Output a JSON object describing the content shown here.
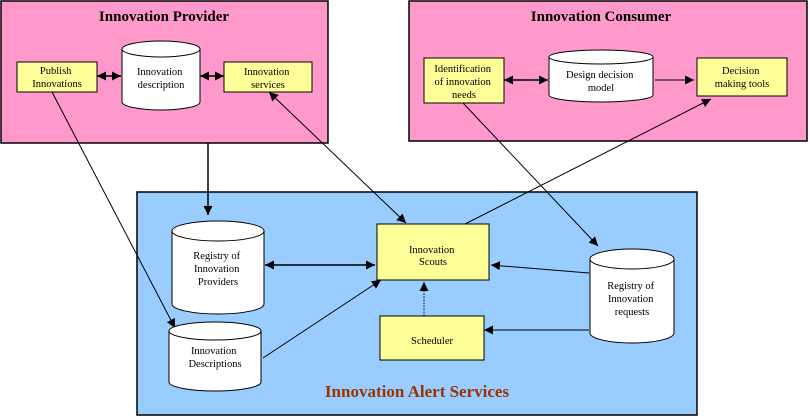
{
  "colors": {
    "region_pink": "#ff99cc",
    "region_blue": "#99ccff",
    "process_box": "#ffff99",
    "datastore": "#ffffff",
    "alert_title": "#993300",
    "stroke": "#000000"
  },
  "regions": {
    "provider": {
      "title": "Innovation Provider"
    },
    "consumer": {
      "title": "Innovation Consumer"
    },
    "alert": {
      "title": "Innovation Alert Services"
    }
  },
  "nodes": {
    "publish_innovations": {
      "kind": "process",
      "lines": [
        "Publish",
        "Innovations"
      ]
    },
    "innovation_description": {
      "kind": "datastore",
      "lines": [
        "Innovation",
        "description"
      ]
    },
    "innovation_services": {
      "kind": "process",
      "lines": [
        "Innovation",
        "services"
      ]
    },
    "identification_needs": {
      "kind": "process",
      "lines": [
        "Identification",
        "of innovation",
        "needs"
      ]
    },
    "design_decision_model": {
      "kind": "datastore",
      "lines": [
        "Design decision",
        "model"
      ]
    },
    "decision_making_tools": {
      "kind": "process",
      "lines": [
        "Decision",
        "making tools"
      ]
    },
    "registry_providers": {
      "kind": "datastore",
      "lines": [
        "Registry of",
        "Innovation",
        "Providers"
      ]
    },
    "innovation_descriptions": {
      "kind": "datastore",
      "lines": [
        "Innovation",
        "Descriptions"
      ]
    },
    "innovation_scouts": {
      "kind": "process",
      "lines": [
        "Innovation",
        "Scouts"
      ]
    },
    "scheduler": {
      "kind": "process",
      "lines": [
        "Scheduler"
      ]
    },
    "registry_requests": {
      "kind": "datastore",
      "lines": [
        "Registry of",
        "Innovation",
        "requests"
      ]
    }
  },
  "edges": [
    {
      "from": "publish_innovations",
      "to": "innovation_description",
      "direction": "both",
      "style": "solid"
    },
    {
      "from": "innovation_description",
      "to": "innovation_services",
      "direction": "both",
      "style": "solid"
    },
    {
      "from": "identification_needs",
      "to": "design_decision_model",
      "direction": "both",
      "style": "solid"
    },
    {
      "from": "design_decision_model",
      "to": "decision_making_tools",
      "direction": "forward",
      "style": "solid"
    },
    {
      "from": "provider_region",
      "to": "registry_providers",
      "direction": "forward",
      "style": "solid"
    },
    {
      "from": "publish_innovations",
      "to": "innovation_descriptions",
      "direction": "forward",
      "style": "solid"
    },
    {
      "from": "innovation_services",
      "to": "innovation_scouts",
      "direction": "both",
      "style": "solid"
    },
    {
      "from": "innovation_scouts",
      "to": "decision_making_tools",
      "direction": "forward",
      "style": "solid"
    },
    {
      "from": "identification_needs",
      "to": "registry_requests",
      "direction": "forward",
      "style": "solid"
    },
    {
      "from": "registry_providers",
      "to": "innovation_scouts",
      "direction": "both",
      "style": "solid"
    },
    {
      "from": "innovation_descriptions",
      "to": "innovation_scouts",
      "direction": "forward",
      "style": "solid"
    },
    {
      "from": "registry_requests",
      "to": "innovation_scouts",
      "direction": "forward",
      "style": "solid"
    },
    {
      "from": "registry_requests",
      "to": "scheduler",
      "direction": "forward",
      "style": "solid"
    },
    {
      "from": "scheduler",
      "to": "innovation_scouts",
      "direction": "forward",
      "style": "dotted"
    }
  ]
}
